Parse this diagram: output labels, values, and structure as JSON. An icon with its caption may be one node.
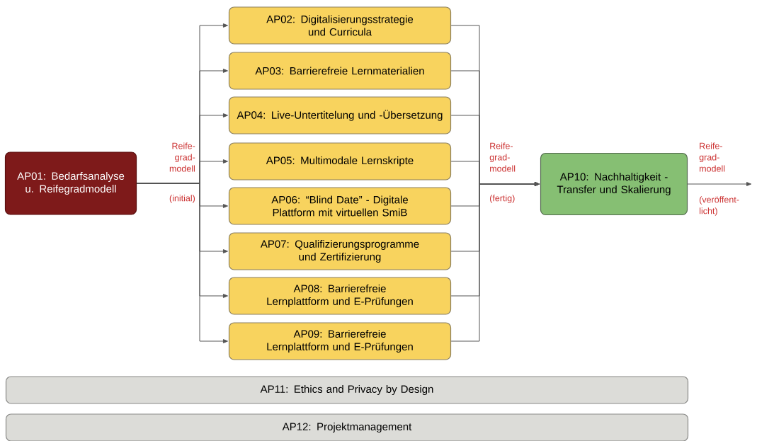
{
  "diagram": {
    "nodes": [
      {
        "text": [
          "AP01: Bedarfsanalyse u. Reifegradmodell"
        ]
      },
      {
        "text": [
          "AP02: Digitalisierungsstrategie und Curricula"
        ]
      },
      {
        "text": [
          "AP03: Barrierefreie Lernmaterialien"
        ]
      },
      {
        "text": [
          "AP04: Live-Untertitelung und -Übersetzung"
        ]
      },
      {
        "text": [
          "AP05: Multimodale Lernskripte"
        ]
      },
      {
        "text": [
          "AP06: “Blind Date” - Digitale Plattform mit virtuellen SmiB"
        ]
      },
      {
        "text": [
          "AP07: Qualifizierungsprogramme und Zertifizierung"
        ]
      },
      {
        "text": [
          "AP08: Barrierefreie Lernplattform und E-Prüfungen"
        ]
      },
      {
        "text": [
          "AP09: Barrierefreie Lernplattform und E-Prüfungen"
        ]
      },
      {
        "text": [
          "AP10: Nachhaltigkeit - Transfer und Skalierung"
        ]
      },
      {
        "text": [
          "AP11: Ethics and Privacy by Design"
        ]
      },
      {
        "text": [
          "AP12: Projektmanagement"
        ]
      }
    ],
    "edges": [
      {
        "from": 0,
        "to": 1,
        "arrow": "to"
      },
      {
        "from": 0,
        "to": 2,
        "arrow": "to"
      },
      {
        "from": 0,
        "to": 3,
        "arrow": "to"
      },
      {
        "from": 0,
        "to": 4,
        "arrow": "to"
      },
      {
        "from": 0,
        "to": 5,
        "arrow": "to"
      },
      {
        "from": 0,
        "to": 6,
        "arrow": "to"
      },
      {
        "from": 0,
        "to": 7,
        "arrow": "to"
      },
      {
        "from": 0,
        "to": 8,
        "arrow": "to"
      },
      {
        "from": 1,
        "to": 9,
        "arrow": "to"
      },
      {
        "from": 2,
        "to": 9,
        "arrow": "to"
      },
      {
        "from": 3,
        "to": 9,
        "arrow": "to"
      },
      {
        "from": 4,
        "to": 9,
        "arrow": "to"
      },
      {
        "from": 5,
        "to": 9,
        "arrow": "to"
      },
      {
        "from": 6,
        "to": 9,
        "arrow": "to"
      },
      {
        "from": 7,
        "to": 9,
        "arrow": "to"
      },
      {
        "from": 8,
        "to": 9,
        "arrow": "to"
      },
      {
        "from": 9,
        "to": null,
        "arrow": "to"
      }
    ],
    "labels": [
      "Reife- grad- modell",
      "(initial)",
      "Reife- grad- modell",
      "(fertig)",
      "Reife- grad- modell",
      "(veröffent- licht)"
    ]
  }
}
